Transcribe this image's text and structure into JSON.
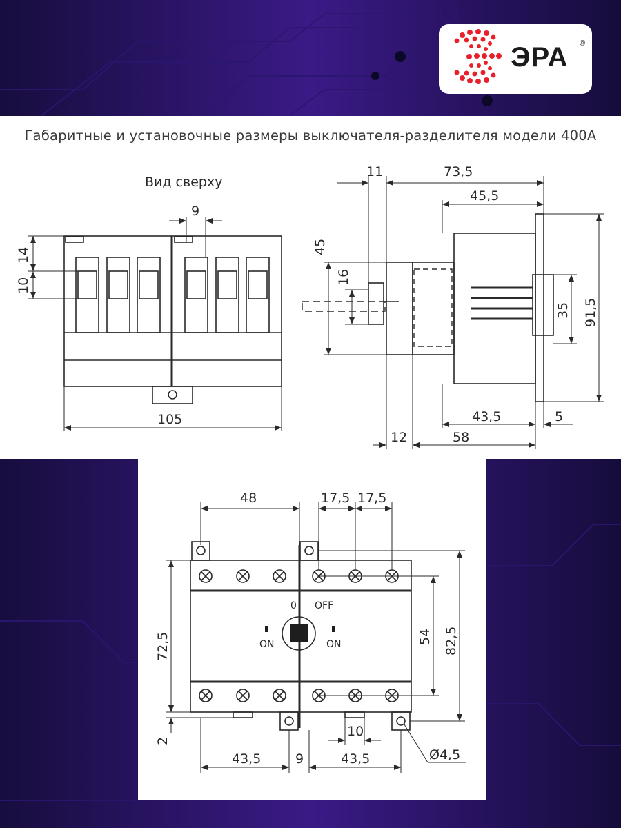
{
  "brand": {
    "name": "ЭРА",
    "registered": "®"
  },
  "caption": "Габаритные и установочные размеры выключателя-разделителя модели 400А",
  "top_view": {
    "title": "Вид сверху",
    "dims": {
      "pitch": "9",
      "upper": "14",
      "terminal": "10",
      "width": "105"
    }
  },
  "side_view": {
    "dims": {
      "d11": "11",
      "d73_5": "73,5",
      "d45_5": "45,5",
      "d45": "45",
      "d16": "16",
      "d35": "35",
      "d91_5": "91,5",
      "d43_5": "43,5",
      "d5": "5",
      "d12": "12",
      "d58": "58"
    }
  },
  "front_view": {
    "dims": {
      "d48": "48",
      "d17_5a": "17,5",
      "d17_5b": "17,5",
      "d72_5": "72,5",
      "d54": "54",
      "d82_5": "82,5",
      "d2": "2",
      "d10": "10",
      "d43_5a": "43,5",
      "d9": "9",
      "d43_5b": "43,5",
      "hole": "Ø4,5"
    },
    "labels": {
      "zero": "0",
      "off": "OFF",
      "on_left": "ON",
      "on_right": "ON"
    }
  }
}
